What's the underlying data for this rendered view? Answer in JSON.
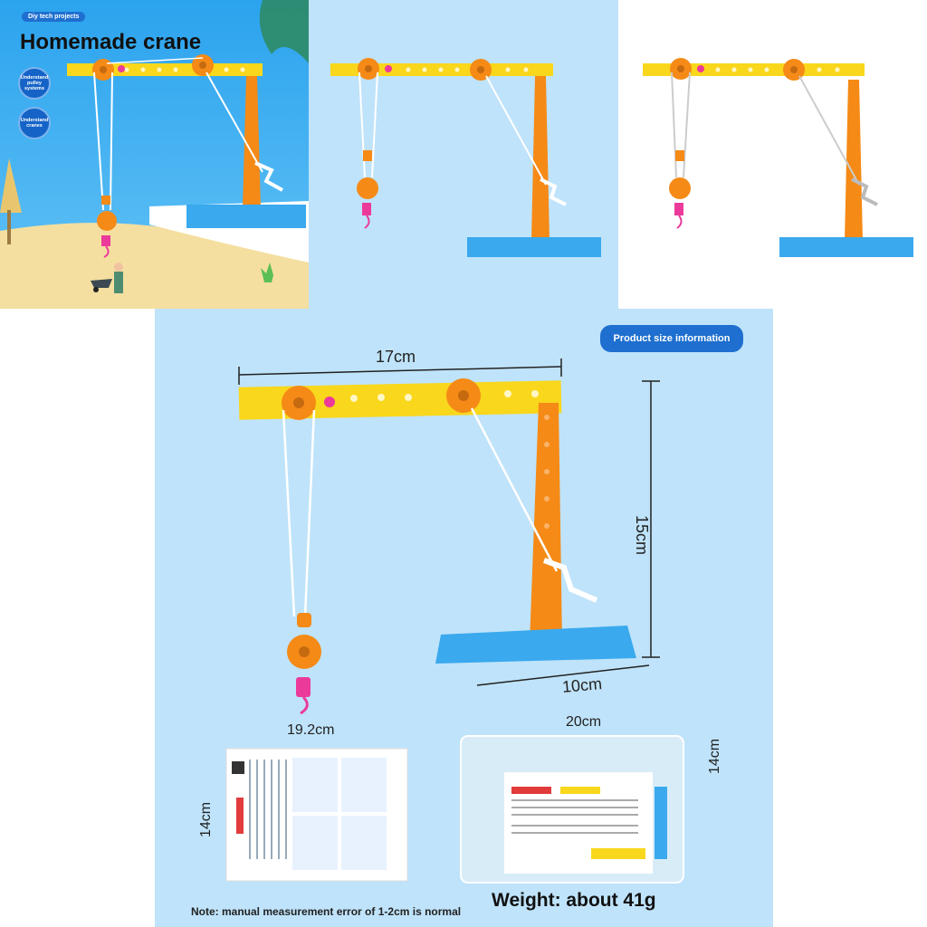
{
  "hero": {
    "tag": "Diy tech projects",
    "title": "Homemade crane",
    "circle1": "Understand pulley systems",
    "circle2": "Understand cranes"
  },
  "size_panel": {
    "badge": "Product size information",
    "width_label": "17cm",
    "height_label": "15cm",
    "base_label": "10cm",
    "hook_label": "19.2cm",
    "card_height": "14cm",
    "bag_width": "20cm",
    "bag_height": "14cm",
    "note": "Note: manual measurement error of 1-2cm is normal",
    "weight": "Weight: about 41g"
  },
  "colors": {
    "sky": "#37aef0",
    "light_blue": "#bfe3fa",
    "beam": "#f9d71c",
    "mast": "#f58a16",
    "base": "#3aa9ee",
    "hook": "#ec3a9a",
    "badge": "#1e6fcf"
  }
}
